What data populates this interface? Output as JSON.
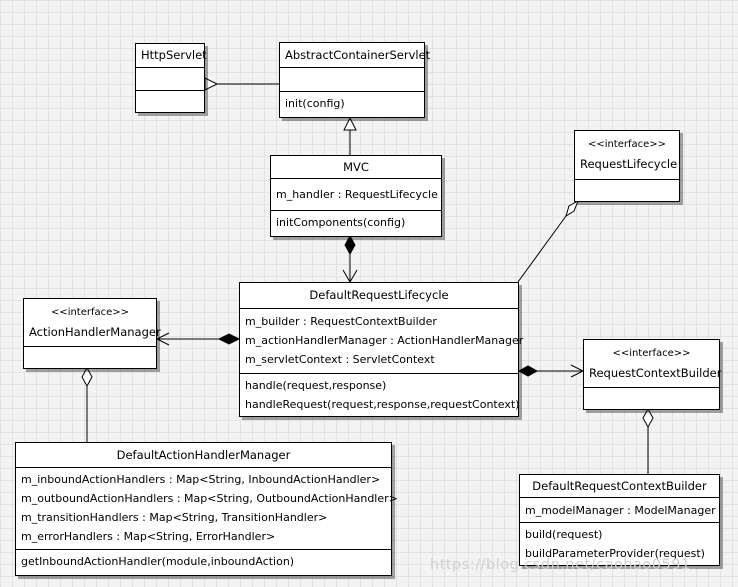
{
  "colors": {
    "border": "#000000",
    "box_fill": "#ffffff",
    "canvas": "#f3f3f3",
    "watermark": "#d0d0d0"
  },
  "classes": {
    "http_servlet": {
      "name": "HttpServlet",
      "attributes": [],
      "operations": []
    },
    "abstract_container_servlet": {
      "name": "AbstractContainerServlet",
      "attributes": [],
      "operations": [
        "init(config)"
      ]
    },
    "mvc": {
      "name": "MVC",
      "attributes": [
        "m_handler : RequestLifecycle"
      ],
      "operations": [
        "initComponents(config)"
      ]
    },
    "request_lifecycle": {
      "stereotype": "<<interface>>",
      "name": "RequestLifecycle"
    },
    "default_request_lifecycle": {
      "name": "DefaultRequestLifecycle",
      "attributes": [
        "m_builder : RequestContextBuilder",
        "m_actionHandlerManager : ActionHandlerManager",
        "m_servletContext : ServletContext"
      ],
      "operations": [
        "handle(request,response)",
        "handleRequest(request,response,requestContext)"
      ]
    },
    "action_handler_manager": {
      "stereotype": "<<interface>>",
      "name": "ActionHandlerManager"
    },
    "request_context_builder": {
      "stereotype": "<<interface>>",
      "name": "RequestContextBuilder"
    },
    "default_action_handler_manager": {
      "name": "DefaultActionHandlerManager",
      "attributes": [
        "m_inboundActionHandlers : Map<String, InboundActionHandler>",
        "m_outboundActionHandlers : Map<String, OutboundActionHandler>",
        "m_transitionHandlers : Map<String, TransitionHandler>",
        "m_errorHandlers : Map<String, ErrorHandler>"
      ],
      "operations": [
        "getInboundActionHandler(module,inboundAction)"
      ]
    },
    "default_request_context_builder": {
      "name": "DefaultRequestContextBuilder",
      "attributes": [
        "m_modelManager : ModelManager"
      ],
      "operations": [
        "build(request)",
        "buildParameterProvider(request)"
      ]
    }
  },
  "relationships": [
    {
      "type": "generalization",
      "from": "AbstractContainerServlet",
      "to": "HttpServlet"
    },
    {
      "type": "generalization",
      "from": "MVC",
      "to": "AbstractContainerServlet"
    },
    {
      "type": "composition",
      "whole": "MVC",
      "part": "DefaultRequestLifecycle"
    },
    {
      "type": "aggregation",
      "whole": "RequestLifecycle",
      "part": "DefaultRequestLifecycle"
    },
    {
      "type": "composition",
      "whole": "DefaultRequestLifecycle",
      "part": "ActionHandlerManager"
    },
    {
      "type": "composition",
      "whole": "DefaultRequestLifecycle",
      "part": "RequestContextBuilder"
    },
    {
      "type": "aggregation",
      "whole": "ActionHandlerManager",
      "part": "DefaultActionHandlerManager"
    },
    {
      "type": "aggregation",
      "whole": "RequestContextBuilder",
      "part": "DefaultRequestContextBuilder"
    }
  ],
  "watermark": "https://blog.csdn.net/caohao0591"
}
